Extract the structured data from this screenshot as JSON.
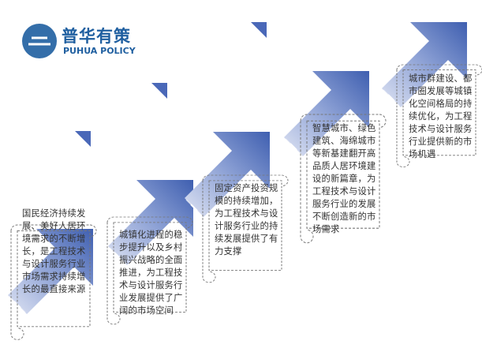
{
  "colors": {
    "arrow_light": "#c5cee8",
    "arrow_dark": "#3f5fb0",
    "text": "#333333",
    "logo": "#1f5fa0"
  },
  "steps": [
    {
      "text": "国民经济持续发展、美好人居环境需求的不断增长，是工程技术与设计服务行业市场需求持续增长的最直接来源"
    },
    {
      "text": "城镇化进程的稳步提升以及乡村振兴战略的全面推进，为工程技术与设计服务行业发展提供了广阔的市场空间"
    },
    {
      "text": "固定资产投资规模的持续增加，为工程技术与设计服务行业的持续发展提供了有力支撑"
    },
    {
      "text": "智慧城市、绿色建筑、海绵城市等新基建翻开高品质人居环境建设的新篇章，为工程技术与设计服务行业的发展不断创造新的市场需求"
    },
    {
      "text": "城市群建设、都市圈发展等城镇化空间格局的持续优化，为工程技术与设计服务行业提供新的市场机遇"
    }
  ],
  "watermark": {
    "cn": "普华有策",
    "en": "PUHUA POLICY"
  }
}
